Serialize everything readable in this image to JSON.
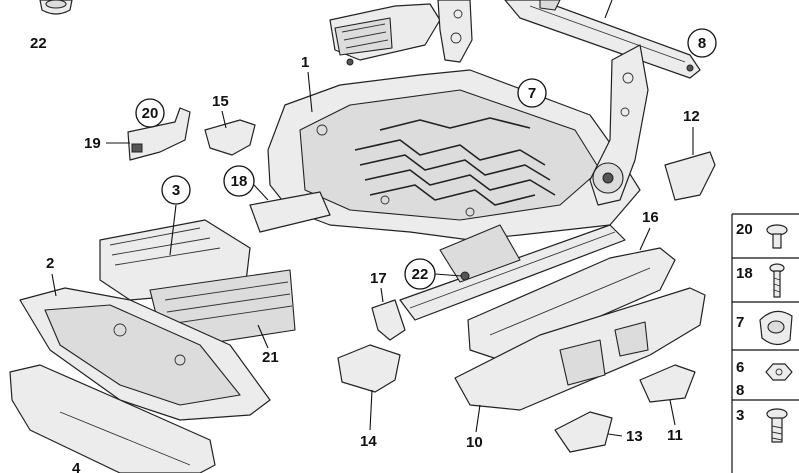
{
  "labels": {
    "l1": "1",
    "l2": "2",
    "l3": "3",
    "l4": "4",
    "l7": "7",
    "l8": "8",
    "l10": "10",
    "l11": "11",
    "l12": "12",
    "l13": "13",
    "l14": "14",
    "l15": "15",
    "l16": "16",
    "l17": "17",
    "l18": "18",
    "l19": "19",
    "l20": "20",
    "l21": "21",
    "l22a": "22",
    "l22b": "22"
  },
  "legend": {
    "items": [
      {
        "label": "20",
        "icon": "pan-head-screw-icon"
      },
      {
        "label": "18",
        "icon": "long-screw-icon"
      },
      {
        "label": "7",
        "icon": "clamp-clip-icon"
      },
      {
        "label": "6",
        "icon": "hex-nut-icon"
      },
      {
        "label": "8",
        "icon": "hex-nut-icon"
      },
      {
        "label": "3",
        "icon": "collar-screw-icon"
      }
    ]
  }
}
